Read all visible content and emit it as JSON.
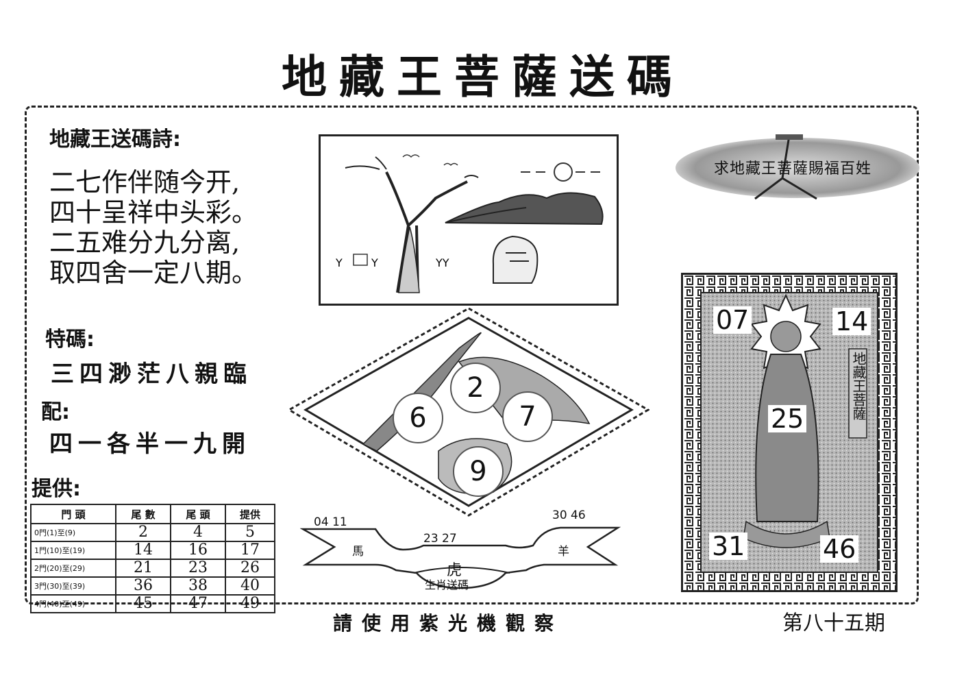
{
  "title": "地藏王菩薩送碼",
  "poem": {
    "heading": "地藏王送碼詩:",
    "lines": [
      "二七作伴随今开,",
      "四十呈祥中头彩。",
      "二五难分九分离,",
      "取四舍一定八期。"
    ]
  },
  "special": {
    "label": "特碼:",
    "text": "三四渺茫八親臨"
  },
  "match": {
    "label": "配:",
    "text": "四一各半一九開"
  },
  "provide": {
    "label": "提供:"
  },
  "table": {
    "headers": [
      "門 頭",
      "尾 數",
      "尾 頭",
      "提供"
    ],
    "rows": [
      {
        "label": "0門(1)至(9)",
        "values": [
          "2",
          "4",
          "5"
        ]
      },
      {
        "label": "1門(10)至(19)",
        "values": [
          "14",
          "16",
          "17"
        ]
      },
      {
        "label": "2門(20)至(29)",
        "values": [
          "21",
          "23",
          "26"
        ]
      },
      {
        "label": "3門(30)至(39)",
        "values": [
          "36",
          "38",
          "40"
        ]
      },
      {
        "label": "4門(40)至(49)",
        "values": [
          "45",
          "47",
          "49"
        ]
      }
    ]
  },
  "diamond_numbers": [
    "2",
    "6",
    "7",
    "9"
  ],
  "oval_text": "求地藏王菩薩賜福百姓",
  "deity": {
    "codes": {
      "top_left": "07",
      "top_right": "14",
      "center": "25",
      "bottom_left": "31",
      "bottom_right": "46"
    },
    "side_text": "地藏王菩薩"
  },
  "banner": {
    "left_nums": "04 11",
    "right_nums": "30 46",
    "center_nums": "23 27",
    "left_animal": "馬",
    "right_animal": "羊",
    "center_animal": "虎",
    "caption": "生肖送碼"
  },
  "footer": "請使用紫光機觀察",
  "issue": "第八十五期"
}
